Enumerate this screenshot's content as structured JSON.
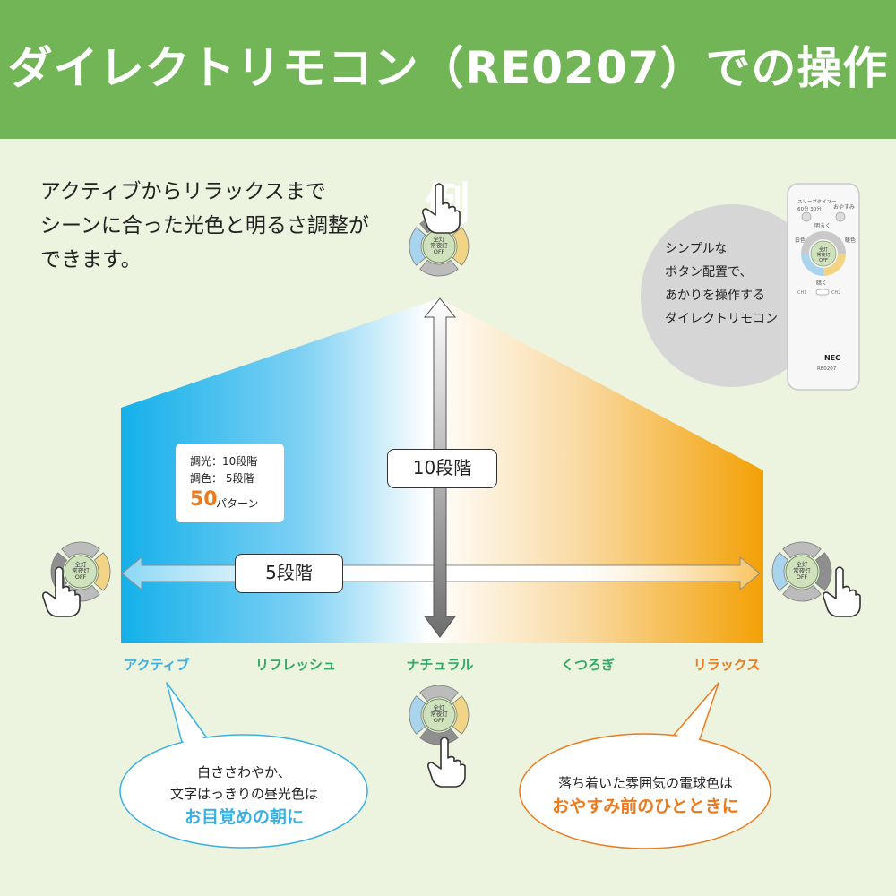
{
  "header": {
    "title": "ダイレクトリモコン（RE0207）での操作例"
  },
  "intro": {
    "lines": [
      "アクティブからリラックスまで",
      "シーンに合った光色と明るさ調整が",
      "できます。"
    ]
  },
  "info_box": {
    "dimming": "調光：10段階",
    "toning": "調色：  5段階",
    "count": "50",
    "count_suffix": "パターン"
  },
  "vertical_label": "10段階",
  "horizontal_label": "5段階",
  "button_label": [
    "全灯",
    "常夜灯",
    "OFF"
  ],
  "categories": [
    {
      "label": "アクティブ",
      "color": "#3ab0e2"
    },
    {
      "label": "リフレッシュ",
      "color": "#2fa86a"
    },
    {
      "label": "ナチュラル",
      "color": "#2fa86a"
    },
    {
      "label": "くつろぎ",
      "color": "#2fa86a"
    },
    {
      "label": "リラックス",
      "color": "#ec7a1c"
    }
  ],
  "bubble_left": {
    "line1": "白ささわやか、",
    "line2": "文字はっきりの昼光色は",
    "strong": "お目覚めの朝に",
    "color": "#3ab0e2"
  },
  "bubble_right": {
    "line1": "落ち着いた雰囲気の電球色は",
    "strong": "おやすみ前のひとときに",
    "color": "#ec7a1c"
  },
  "callout": {
    "lines": [
      "シンプルな",
      "ボタン配置で、",
      "あかりを操作する",
      "ダイレクトリモコン"
    ]
  },
  "remote": {
    "sleep_timer": "スリープタイマー",
    "timer_values": "60分 30分",
    "oyasumi": "おやすみ",
    "brighter": "明るく",
    "white": "白色",
    "warm": "暖色",
    "darker": "暗く",
    "ch1": "CH1",
    "ch2": "CH2",
    "brand": "NEC",
    "model": "RE0207"
  },
  "colors": {
    "header": "#72b556",
    "background": "#ecf3df",
    "cool": "#15b1ea",
    "warm": "#f3a307"
  }
}
